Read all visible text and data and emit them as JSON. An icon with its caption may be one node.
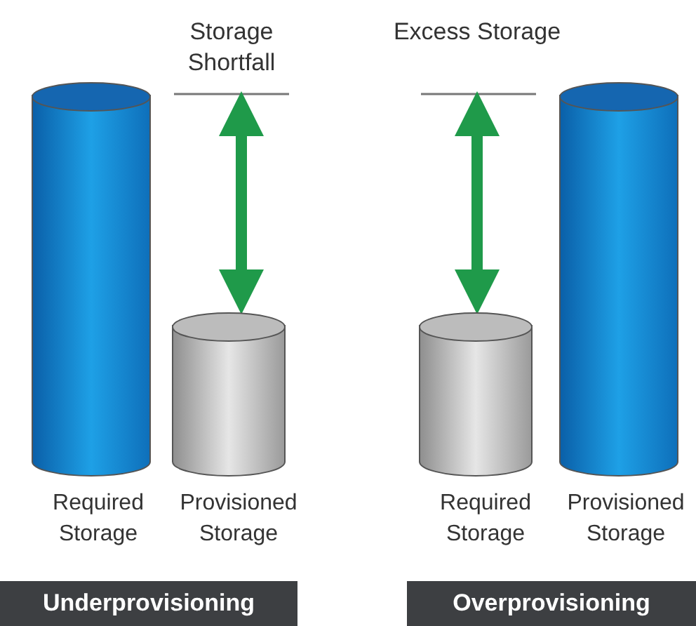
{
  "diagram": {
    "nodes": [
      {
        "text": [
          "Required Storage"
        ]
      },
      {
        "text": [
          "Provisioned Storage"
        ]
      },
      {
        "text": [
          "Required Storage"
        ]
      },
      {
        "text": [
          "Provisioned Storage"
        ]
      },
      {
        "text": [
          "Underprovisioning"
        ]
      },
      {
        "text": [
          "Overprovisioning"
        ]
      }
    ],
    "labels": [
      "Storage Shortfall",
      "Excess Storage"
    ]
  }
}
